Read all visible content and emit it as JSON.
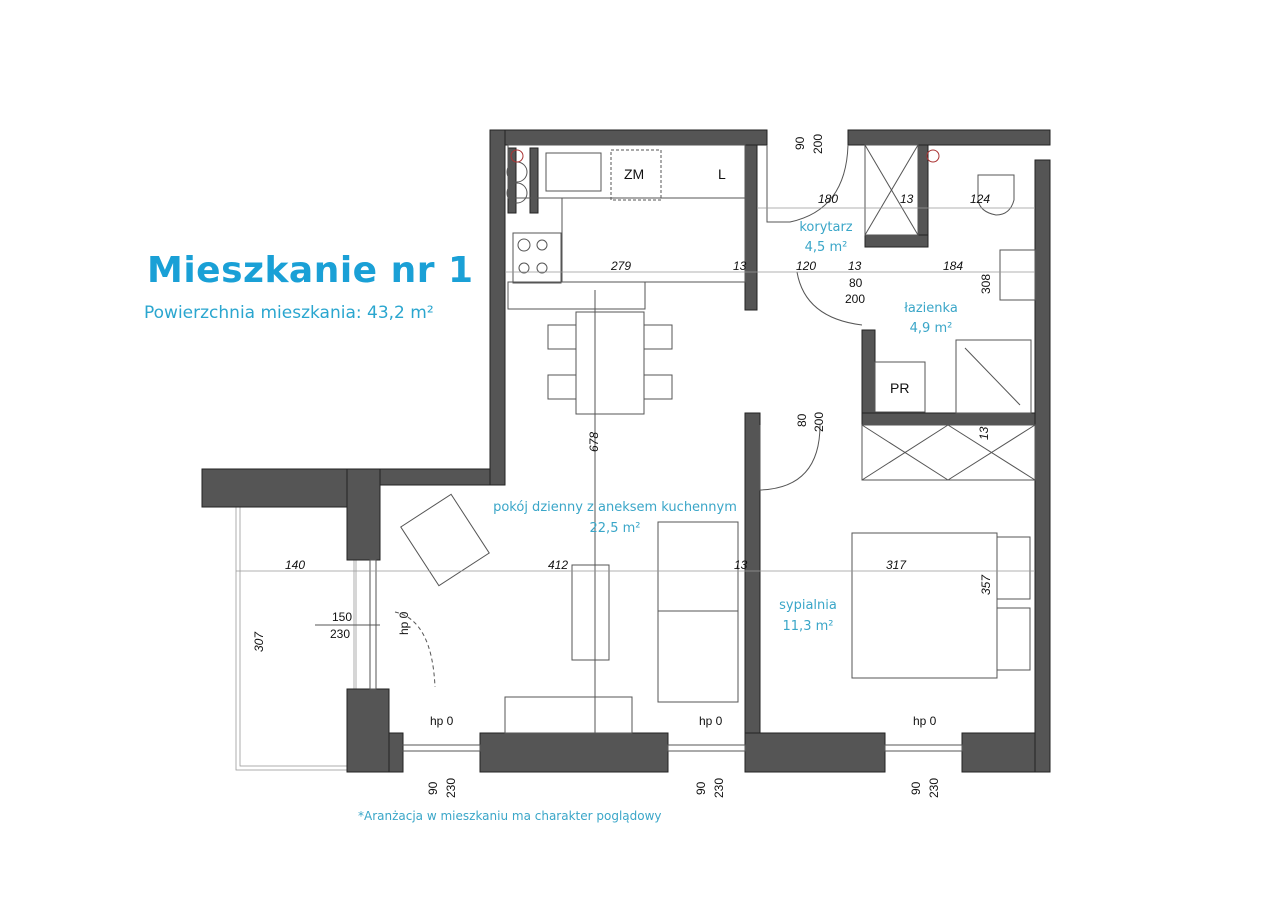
{
  "header": {
    "title": "Mieszkanie nr 1",
    "subtitle": "Powierzchnia mieszkania: 43,2 m²"
  },
  "colors": {
    "title": "#1aa0d6",
    "room_labels": "#3aa6c8",
    "walls": "#555555"
  },
  "rooms": [
    {
      "name": "korytarz",
      "area": "4,5 m²"
    },
    {
      "name": "łazienka",
      "area": "4,9 m²"
    },
    {
      "name": "pokój dzienny z aneksem kuchennym",
      "area": "22,5 m²"
    },
    {
      "name": "sypialnia",
      "area": "11,3 m²"
    }
  ],
  "fixtures": {
    "fridge": "ZM",
    "dishwasher": "L",
    "washer": "PR"
  },
  "dims": [
    "90",
    "200",
    "180",
    "13",
    "124",
    "279",
    "13",
    "120",
    "13",
    "184",
    "308",
    "80",
    "200",
    "80",
    "200",
    "13",
    "678",
    "140",
    "412",
    "13",
    "317",
    "357",
    "150",
    "230",
    "hp 0",
    "307",
    "hp 0",
    "hp 0",
    "hp 0",
    "90",
    "230",
    "90",
    "230",
    "90",
    "230"
  ],
  "note": "*Aranżacja w mieszkaniu ma charakter poglądowy"
}
